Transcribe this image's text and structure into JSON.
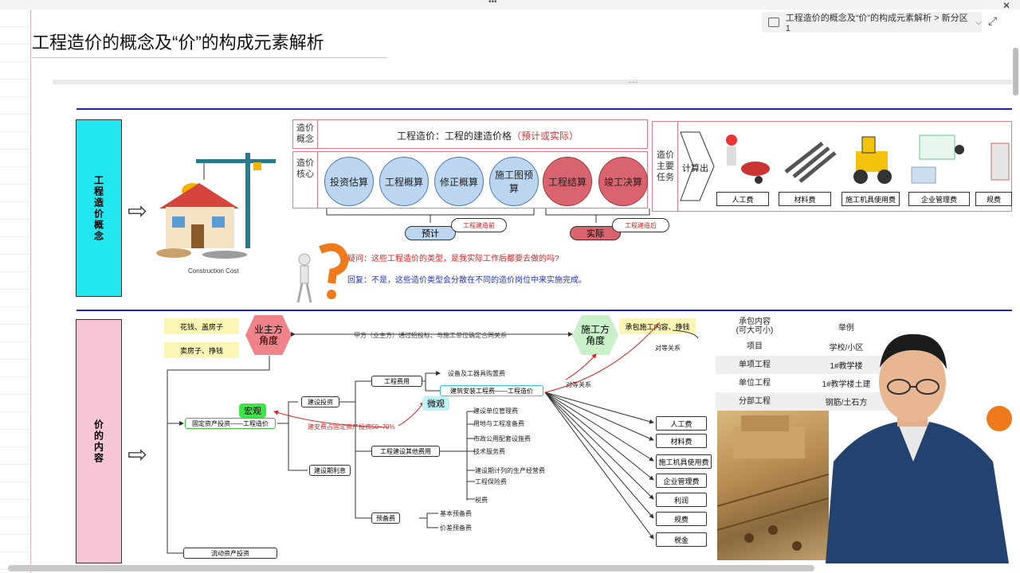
{
  "window": {
    "dots": "•••",
    "close_glyph": "✕",
    "expand_glyph": "⤢"
  },
  "page": {
    "title": "工程造价的概念及“价”的构成元素解析"
  },
  "breadcrumb": {
    "text": "工程造价的概念及“价”的构成元素解析 > 新分区 1",
    "chevron": "⌵"
  },
  "canvas": {
    "handle": "....."
  },
  "concept": {
    "side_label": "工程造价概念",
    "construction_cost_label": "Construction Cost",
    "definition_left": "造价概念",
    "definition_text": "工程造价：工程的建造价格",
    "definition_highlight": "（预计或实际）",
    "core_left": "造价核心",
    "circles": [
      {
        "label": "投资估算",
        "kind": "blue"
      },
      {
        "label": "工程概算",
        "kind": "blue"
      },
      {
        "label": "修正概算",
        "kind": "blue"
      },
      {
        "label": "施工图预算",
        "kind": "blue"
      },
      {
        "label": "工程结算",
        "kind": "red"
      },
      {
        "label": "竣工决算",
        "kind": "red"
      }
    ],
    "estimate_pill": "预计",
    "estimate_note": "工程建造前",
    "actual_pill": "实际",
    "actual_note": "工程建造后",
    "question": "疑问：这些工程造价的类型，是我实际工作后都要去做的吗?",
    "answer": "回复：不是，这些造价类型会分散在不同的造价岗位中来实施完成。",
    "task_left": "造价主要任务",
    "task_arrow": "计算出",
    "tasks": [
      "人工费",
      "材料费",
      "施工机具使用费",
      "企业管理费",
      "规费"
    ]
  },
  "content": {
    "side_label": "价的内容",
    "yellow_notes": [
      "花钱、盖房子",
      "卖房子、挣钱"
    ],
    "owner_view": "业主方角度",
    "relation_text": "甲方（业主方）通过招投标、与施工单位确定合同关系",
    "contractor_view": "施工方角度",
    "contract_scope_note": "承包施工内容、挣钱",
    "equal_relation_1": "对等关系",
    "equal_relation_2": "对等关系",
    "macro": "宏观",
    "micro": "微观",
    "fixed_asset": "固定资产投资——工程造价",
    "construction_ratio": "建安费占固定资产投资50~70%",
    "construction_invest": "建设投资",
    "construction_interest": "建设期利息",
    "liquid_asset": "流动资产投资",
    "engineering_fee": "工程费用",
    "equipment_fee": "设备及工器具购置费",
    "install_fee": "建筑安装工程费——工程造价",
    "other_fee": "工程建设其他费用",
    "other_leaves": [
      "建设单位管理费",
      "用地与工程准备费",
      "市政公用配套设施费",
      "技术服务费",
      "建设期计列的生产经营费",
      "工程保险费",
      "税费"
    ],
    "reserve_fee": "预备费",
    "reserve_leaves": [
      "基本预备费",
      "价差预备费"
    ],
    "cost_items": [
      "人工费",
      "材料费",
      "施工机具使用费",
      "企业管理费",
      "利润",
      "规费",
      "税金"
    ]
  },
  "table": {
    "headers": [
      "承包内容\n(可大可小)",
      "举例"
    ],
    "rows": [
      [
        "项目",
        "学校/小区"
      ],
      [
        "单项工程",
        "1#教学楼"
      ],
      [
        "单位工程",
        "1#教学楼土建"
      ],
      [
        "分部工程",
        "钢筋/土石方"
      ]
    ]
  }
}
